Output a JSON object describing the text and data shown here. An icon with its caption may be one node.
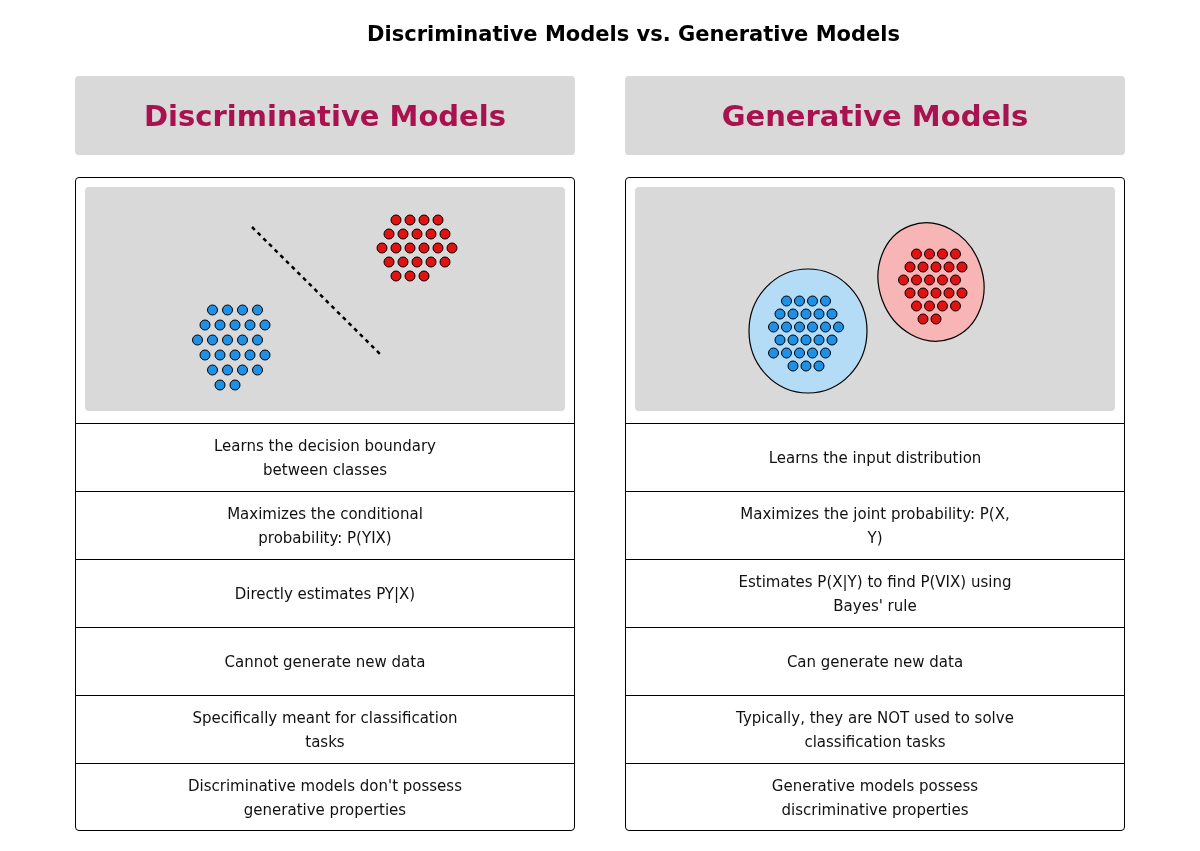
{
  "diagram": {
    "title": "Discriminative Models vs. Generative Models",
    "nodes": [
      {
        "text": [
          "Discriminative Models"
        ]
      },
      {
        "text": [
          "Generative Models"
        ]
      }
    ],
    "labels": [
      "Learns the decision boundary between classes",
      "Learns the input distribution",
      "Maximizes the conditional probability: P(YIX)",
      "Maximizes the joint probability: P(X, Y)",
      "Directly estimates PY|X)",
      "Estimates P(X|Y) to find P(VIX) using Bayes' rule",
      "Cannot generate new data",
      "Can generate new data",
      "Specifically meant for classification tasks",
      "Typically, they are NOT used to solve classification tasks",
      "Discriminative models don't possess generative properties",
      "Generative models possess discriminative properties"
    ]
  }
}
